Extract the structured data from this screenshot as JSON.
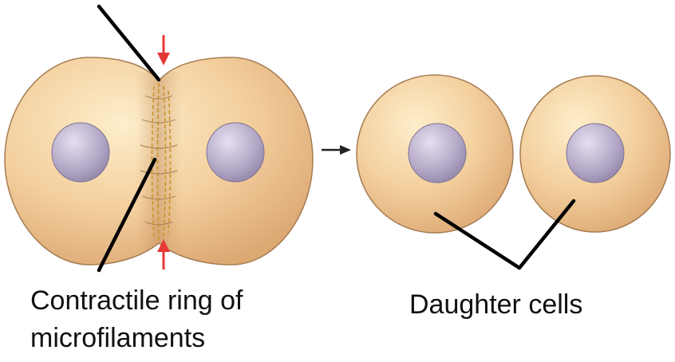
{
  "labels": {
    "contractile_ring_line1": "Contractile ring of",
    "contractile_ring_line2": "microfilaments",
    "daughter_cells": "Daughter cells"
  },
  "colors": {
    "cytoplasm_light": "#fbe6b8",
    "cytoplasm_mid": "#f2c992",
    "cytoplasm_dark": "#d9a06a",
    "cell_outline": "#a67c52",
    "nucleus_light": "#e0d8ea",
    "nucleus_dark": "#8f83a6",
    "arrow_red": "#e53935",
    "arrow_black": "#222222",
    "leader_line": "#000000"
  }
}
